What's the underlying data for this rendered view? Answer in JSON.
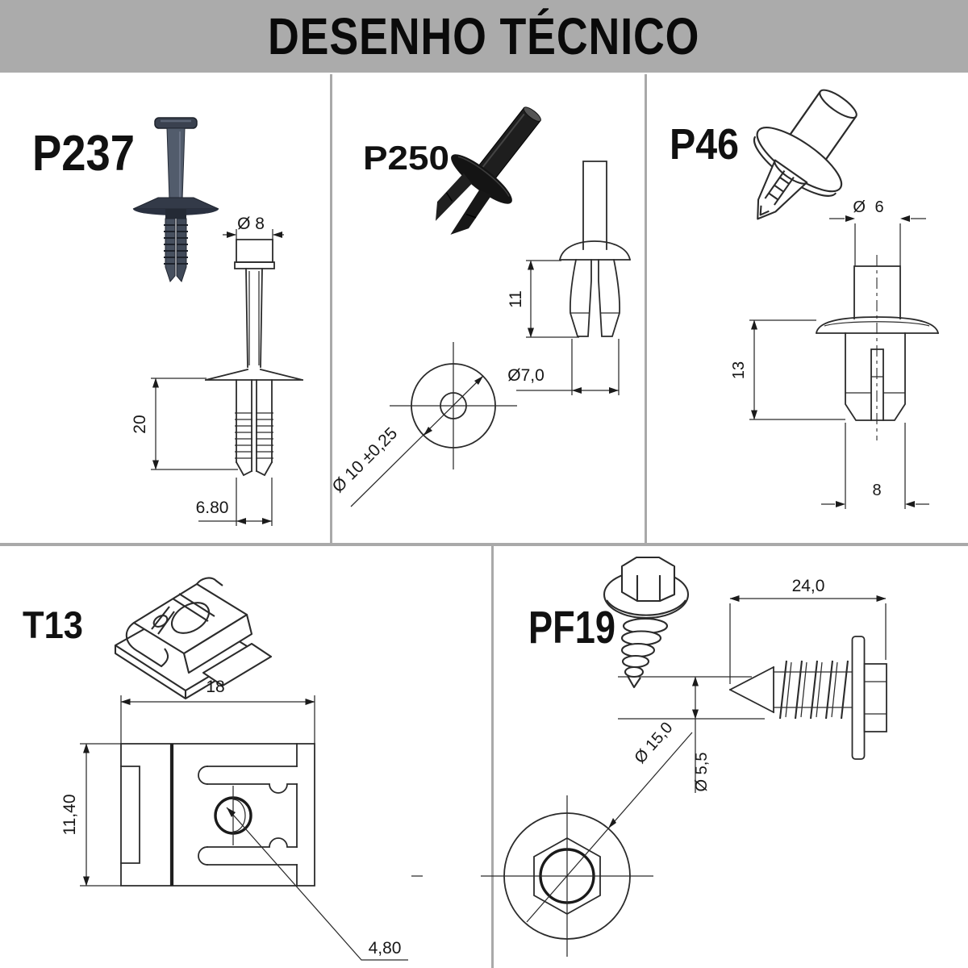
{
  "title": "DESENHO TÉCNICO",
  "colors": {
    "banner_bg": "#ababab",
    "banner_text": "#0a0a0a",
    "divider": "#a9a9a9",
    "drawing_line": "#2b2b2b",
    "dimension_text": "#171717",
    "render_dark_body": "#4d5665",
    "render_black_body": "#1d1d1d"
  },
  "parts": {
    "p237": {
      "label": "P237",
      "dim_head_diameter": "Ø 8",
      "dim_shank_length": "20",
      "dim_shank_width": "6.80"
    },
    "p250": {
      "label": "P250",
      "dim_leg_length": "11",
      "dim_leg_diameter": "Ø7,0",
      "dim_flange_diameter": "Ø 10 ±0,25"
    },
    "p46": {
      "label": "P46",
      "dim_stem_diameter": "Ø 6",
      "dim_body_length": "13",
      "dim_leg_span": "8"
    },
    "t13": {
      "label": "T13",
      "dim_width": "18",
      "dim_height": "11,40",
      "dim_hole_diameter": "4,80"
    },
    "pf19": {
      "label": "PF19",
      "dim_length": "24,0",
      "dim_thread_diameter": "Ø 5,5",
      "dim_washer_diameter": "Ø 15,0"
    }
  }
}
